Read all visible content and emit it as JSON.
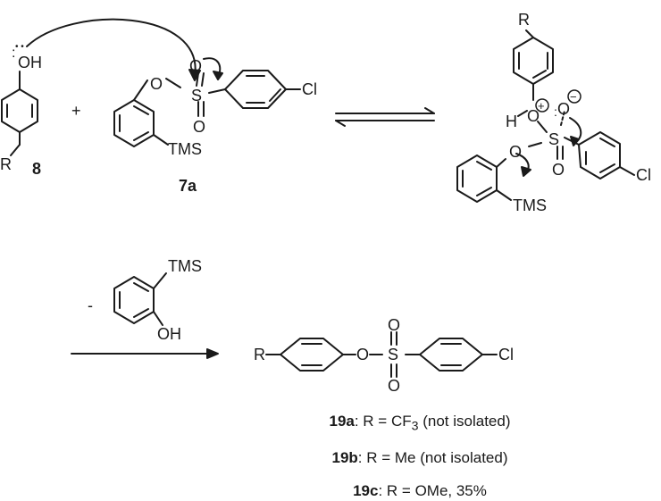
{
  "reactant_phenol": {
    "oh": "OH",
    "r": "R",
    "number": "8"
  },
  "plus": "+",
  "reactant_sulfonate": {
    "o": "O",
    "s": "S",
    "o_top": "O",
    "o_bottom": "O",
    "cl": "Cl",
    "tms": "TMS",
    "number": "7a"
  },
  "intermediate": {
    "r": "R",
    "h": "H",
    "o_phenol": "O",
    "plus_charge": "+",
    "o_minus": "O",
    "minus_charge": "−",
    "s": "S",
    "o_aryl": "O",
    "o_bottom": "O",
    "cl": "Cl",
    "tms": "TMS"
  },
  "byproduct": {
    "minus": "-",
    "tms": "TMS",
    "oh": "OH"
  },
  "product": {
    "r": "R",
    "o": "O",
    "s": "S",
    "o_top": "O",
    "o_bottom": "O",
    "cl": "Cl"
  },
  "results": [
    {
      "label": "19a",
      "rest": ": R = CF",
      "sub": "3",
      "after": " (not isolated)"
    },
    {
      "label": "19b",
      "rest": ": R = Me (not isolated)",
      "sub": "",
      "after": ""
    },
    {
      "label": "19c",
      "rest": ": R = OMe, 35%",
      "sub": "",
      "after": ""
    }
  ]
}
